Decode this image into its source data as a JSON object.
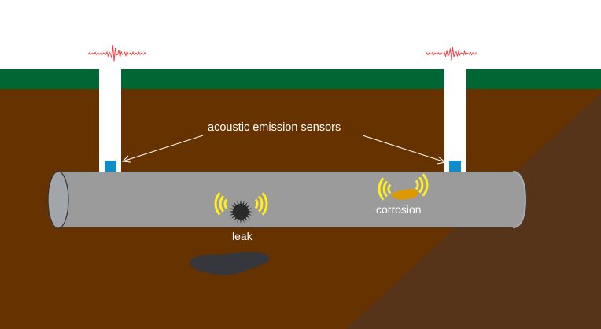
{
  "diagram": {
    "title": "Acoustic emission monitoring of a buried pipeline",
    "labels": {
      "sensors": "acoustic emission sensors",
      "leak": "leak",
      "corrosion": "corrosion"
    },
    "components": [
      {
        "id": "sensor-left",
        "type": "acoustic emission sensor",
        "attached_to": "pipe"
      },
      {
        "id": "sensor-right",
        "type": "acoustic emission sensor",
        "attached_to": "pipe"
      },
      {
        "id": "leak",
        "type": "defect",
        "emits": "acoustic waves"
      },
      {
        "id": "corrosion",
        "type": "defect",
        "emits": "acoustic waves"
      }
    ],
    "colors": {
      "sky": "#ffffff",
      "grass": "#006633",
      "soil": "#663300",
      "soil_shadow": "#56341a",
      "pole": "#ffffff",
      "sensor": "#0f8ccc",
      "pipe": "#9b9b9b",
      "pipe_outline": "#333333",
      "waves": "#ffee22",
      "leak": "#2a2a2a",
      "corrosion": "#dd9900",
      "puddle": "#333840",
      "signal": "#ee4444",
      "text": "#ffffff"
    }
  }
}
